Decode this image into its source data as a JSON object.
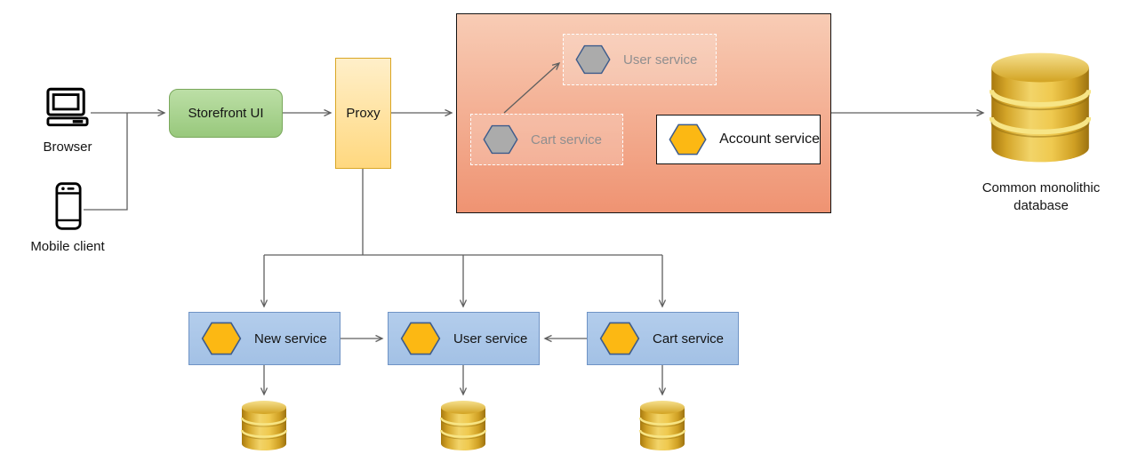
{
  "clients": {
    "browser": "Browser",
    "mobile": "Mobile client"
  },
  "gateway": {
    "storefront": "Storefront UI",
    "proxy": "Proxy"
  },
  "monolith": {
    "user_service": "User service",
    "cart_service": "Cart service",
    "account_service": "Account service"
  },
  "database": {
    "label": "Common monolithic database"
  },
  "extracted_services": [
    {
      "label": "New service"
    },
    {
      "label": "User service"
    },
    {
      "label": "Cart service"
    }
  ],
  "icons": {
    "browser": "desktop-computer-icon",
    "mobile": "smartphone-icon",
    "service": "hexagon-icon",
    "database": "database-cylinder-icon"
  },
  "colors": {
    "storefront_fill_top": "#bcdfa6",
    "storefront_fill_bottom": "#98c87c",
    "storefront_border": "#7aa85c",
    "proxy_fill_top": "#ffefc9",
    "proxy_fill_bottom": "#ffd87f",
    "proxy_border": "#d9a625",
    "monolith_fill_top": "#f8ccb5",
    "monolith_fill_bottom": "#ef9372",
    "monolith_border": "#141414",
    "service_box_fill": "#abc7e9",
    "service_box_border": "#6f93c5",
    "hexagon_yellow": "#fcb813",
    "hexagon_gray": "#ababab",
    "hexagon_border": "#3e5c8c",
    "database_gold": "#e2b12f",
    "connector_gray": "#5f5f5f",
    "faded_text": "#8f8f8f"
  }
}
